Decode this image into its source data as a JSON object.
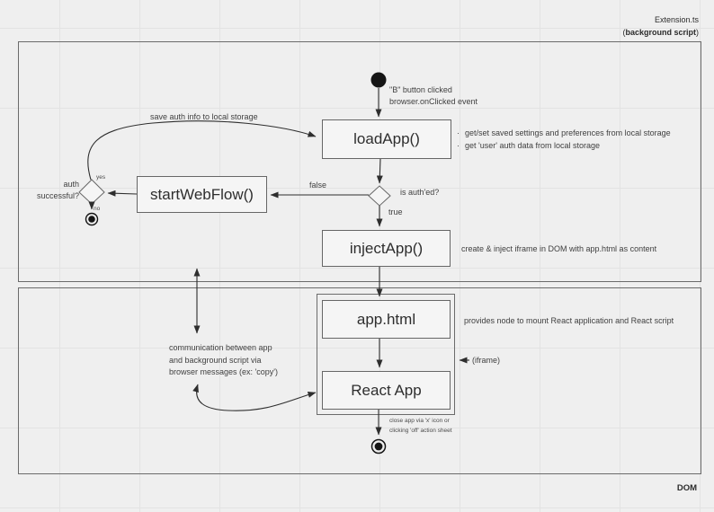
{
  "header": {
    "file_name": "Extension.ts",
    "paren_open": "(",
    "script_label_bold": "background script",
    "paren_close": ")"
  },
  "footer": {
    "dom_label": "DOM"
  },
  "nodes": {
    "load_app": "loadApp()",
    "start_web_flow": "startWebFlow()",
    "inject_app": "injectApp()",
    "app_html": "app.html",
    "react_app": "React App"
  },
  "annotations": {
    "start_event_line1": "\"B\" button clicked",
    "start_event_line2": "browser.onClicked event",
    "bullet_char": "·",
    "load_app_note1": "get/set saved settings and preferences from local storage",
    "load_app_note2": "get 'user' auth data from local storage",
    "save_auth": "save auth info to local storage",
    "is_authed": "is auth'ed?",
    "false_label": "false",
    "true_label": "true",
    "auth_q_line1": "auth",
    "auth_q_line2": "successful?",
    "yes_label": "yes",
    "no_label": "no",
    "inject_note": "create & inject iframe in DOM with app.html as content",
    "provides_note": "provides node to mount React application and React script",
    "iframe_label": "(iframe)",
    "comm_line1": "communication between app",
    "comm_line2": "and background script via",
    "comm_line3": "browser messages (ex: 'copy')",
    "close_line1": "close app via 'x' icon or",
    "close_line2": "clicking 'off' action sheet"
  },
  "colors": {
    "background": "#efefef",
    "grid_line": "#e3e3e3",
    "frame_border": "#6b6b6b",
    "node_fill": "#f5f5f5",
    "node_border": "#666666",
    "connector": "#2e2e2e",
    "terminal_fill": "#151515",
    "text": "#333333"
  }
}
